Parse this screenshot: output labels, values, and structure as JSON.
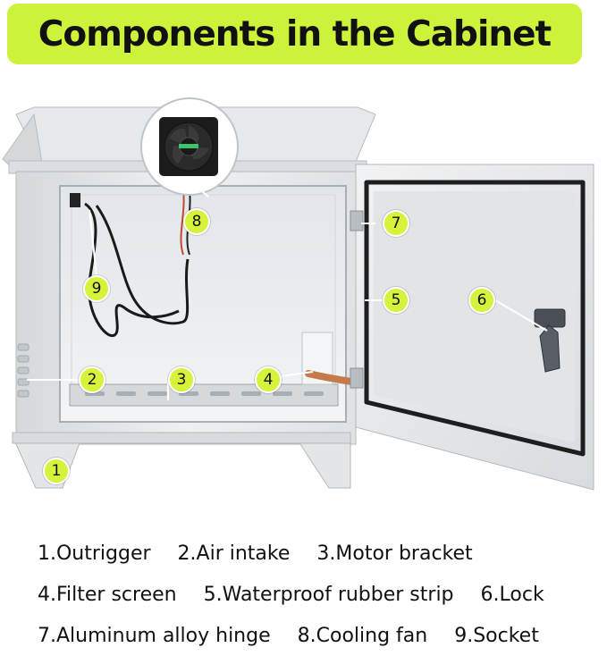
{
  "title": "Components in the Cabinet",
  "colors": {
    "banner": "#ccf23a",
    "marker": "#d6f23a",
    "cabinet": "#e9ecee",
    "copper": "#c47a4a"
  },
  "markers": [
    "1",
    "2",
    "3",
    "4",
    "5",
    "6",
    "7",
    "8",
    "9"
  ],
  "legend": [
    [
      "1.Outrigger",
      "2.Air intake",
      "3.Motor bracket"
    ],
    [
      "4.Filter screen",
      "5.Waterproof rubber strip",
      "6.Lock"
    ],
    [
      "7.Aluminum alloy hinge",
      "8.Cooling fan",
      "9.Socket"
    ]
  ]
}
